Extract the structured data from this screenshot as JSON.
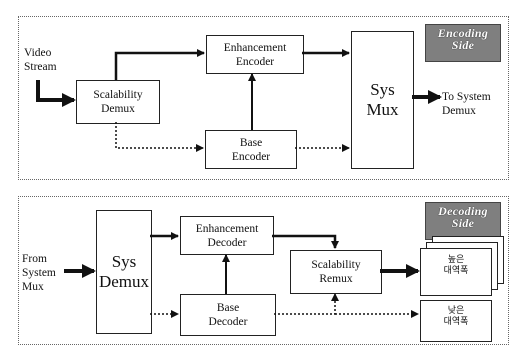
{
  "encoding": {
    "badge": [
      "Encoding",
      "Side"
    ],
    "input_label": [
      "Video",
      "Stream"
    ],
    "scalability_demux": [
      "Scalability",
      "Demux"
    ],
    "enhancement_encoder": [
      "Enhancement",
      "Encoder"
    ],
    "base_encoder": [
      "Base",
      "Encoder"
    ],
    "sys_mux": [
      "Sys",
      "Mux"
    ],
    "output_label": [
      "To System",
      "Demux"
    ]
  },
  "decoding": {
    "badge": [
      "Decoding",
      "Side"
    ],
    "input_label": [
      "From",
      "System",
      "Mux"
    ],
    "sys_demux": [
      "Sys",
      "Demux"
    ],
    "enhancement_decoder": [
      "Enhancement",
      "Decoder"
    ],
    "base_decoder": [
      "Base",
      "Decoder"
    ],
    "scalability_remux": [
      "Scalability",
      "Remux"
    ],
    "high_output": [
      "높은",
      "대역폭"
    ],
    "low_output": [
      "낮은",
      "대역폭"
    ]
  },
  "colors": {
    "line": "#111111",
    "badge_bg": "#7f7f7f",
    "panel_border": "#666666"
  }
}
